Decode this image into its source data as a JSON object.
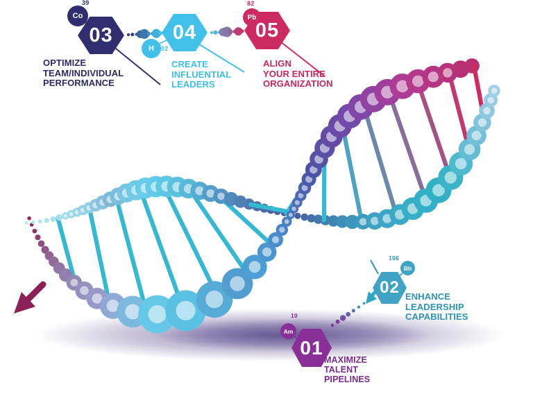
{
  "steps": [
    {
      "id": "s01",
      "number": "01",
      "label": "MAXIMIZE\nTALENT\nPIPELINES",
      "element_symbol": "Am",
      "element_number": "10",
      "color": "#7c2a8c",
      "badge_color": "#8a2f98"
    },
    {
      "id": "s02",
      "number": "02",
      "label": "ENHANCE\nLEADERSHIP\nCAPABILITIES",
      "element_symbol": "Bh",
      "element_number": "106",
      "color": "#2d93b5",
      "badge_color": "#41a3c4"
    },
    {
      "id": "s03",
      "number": "03",
      "label": "OPTIMIZE\nTEAM/INDIVIDUAL\nPERFORMANCE",
      "element_symbol": "Co",
      "element_number": "39",
      "color": "#2e2a68",
      "badge_color": "#312d6e"
    },
    {
      "id": "s04",
      "number": "04",
      "label": "CREATE\nINFLUENTIAL\nLEADERS",
      "element_symbol": "H",
      "element_number": "02",
      "color": "#3cbfe9",
      "badge_color": "#41c0e9"
    },
    {
      "id": "s05",
      "number": "05",
      "label": "ALIGN\nYOUR ENTIRE\nORGANIZATION",
      "element_symbol": "Pb",
      "element_number": "82",
      "color": "#c9275f",
      "badge_color": "#cc2a60"
    }
  ],
  "helix_colors": {
    "cyan": "#5ecbe8",
    "teal": "#2fb2c6",
    "indigo": "#4a55a8",
    "purple": "#7a48aa",
    "magenta": "#d62e6e",
    "maroon": "#8e2058",
    "shadow": "#3f2d7a"
  }
}
